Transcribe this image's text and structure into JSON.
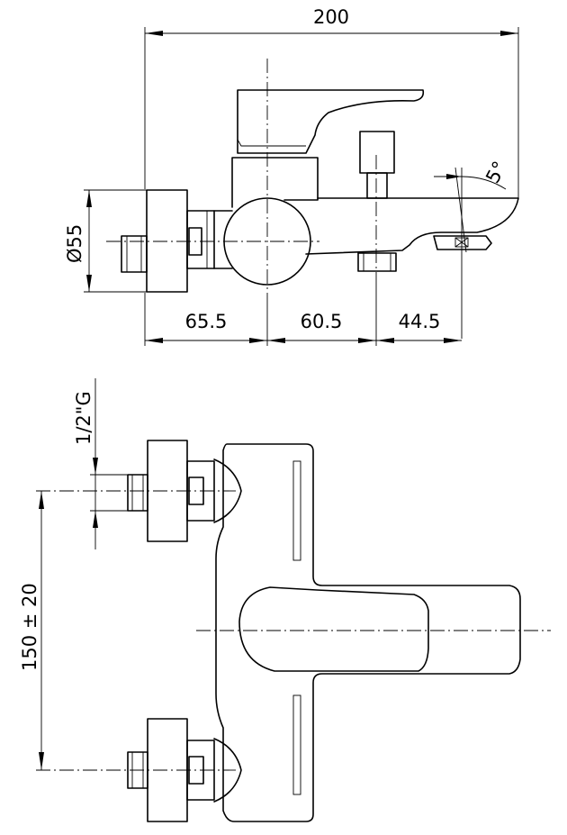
{
  "side_view": {
    "overall_width": "200",
    "spout_angle": "5°",
    "diameter": "Ø55",
    "segments": [
      "65.5",
      "60.5",
      "44.5"
    ]
  },
  "front_view": {
    "thread": "1/2\"G",
    "spacing": "150 ± 20"
  }
}
